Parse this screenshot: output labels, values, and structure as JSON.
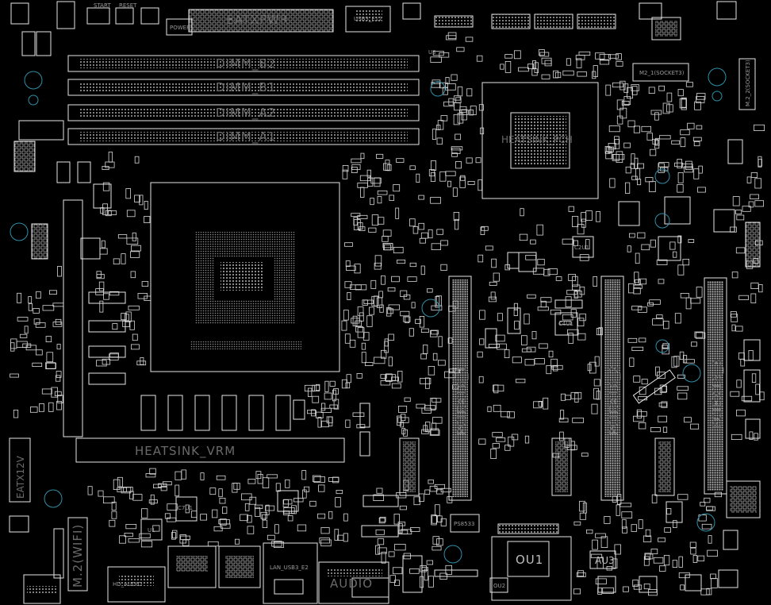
{
  "labels": {
    "eatx_pwr": "EATXPWR",
    "dimm_b2": "DIMM_B2",
    "dimm_b1": "DIMM_B1",
    "dimm_a2": "DIMM_A2",
    "dimm_a1": "DIMM_A1",
    "heatsink_pch": "HEATSINK_PCH",
    "pciex16_1": "PCIEX16_1",
    "pciex16_2": "PCIEX16_2",
    "pciex16_3": "PCIEX16_3",
    "heatsink_vrm": "HEATSINK_VRM",
    "eatx12v": "EATX12V",
    "m2_wifi": "M.2(WIFI)",
    "audio": "AUDIO",
    "ou1": "OU1",
    "au3": "AU3",
    "m2_sockets": "M2_1(SOCKET3)",
    "m2_sockets_side": "M.2_2(SOCKET3)",
    "lan_usb": "LAN_USB3_E2",
    "c2u1": "C2U1",
    "c4u1": "C4U1",
    "c7u1": "C7U1",
    "u1": "U1",
    "ou2": "OU2",
    "ps8533": "PS8533",
    "start": "START",
    "reset": "RESET",
    "power": "POWER",
    "u3_top": "U3",
    "hd_audio": "HD_AUDIO",
    "usb_e12": "USB3_E12"
  },
  "colors": {
    "background": "#000000",
    "outline": "#e8e8e8",
    "label": "#6a6a6a",
    "via": "#2f8fa8"
  }
}
